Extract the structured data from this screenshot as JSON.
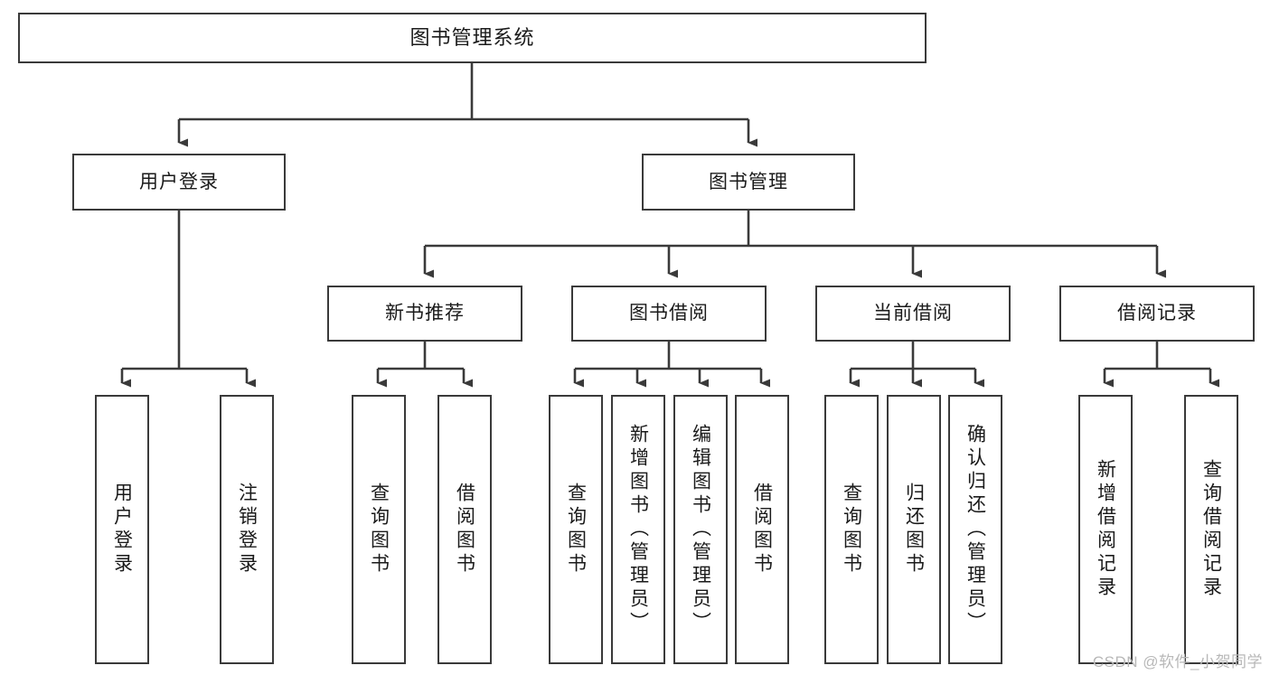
{
  "diagram": {
    "title": "图书管理系统",
    "type": "tree-hierarchy-diagram",
    "root": {
      "label": "图书管理系统"
    },
    "level2": [
      {
        "label": "用户登录"
      },
      {
        "label": "图书管理"
      }
    ],
    "level3": [
      {
        "label": "新书推荐"
      },
      {
        "label": "图书借阅"
      },
      {
        "label": "当前借阅"
      },
      {
        "label": "借阅记录"
      }
    ],
    "leaves": {
      "user_login": [
        {
          "label": "用户登录"
        },
        {
          "label": "注销登录"
        }
      ],
      "new_book_recommend": [
        {
          "label": "查询图书"
        },
        {
          "label": "借阅图书"
        }
      ],
      "book_borrow": [
        {
          "label": "查询图书"
        },
        {
          "label": "新增图书（管理员）"
        },
        {
          "label": "编辑图书（管理员）"
        },
        {
          "label": "借阅图书"
        }
      ],
      "current_borrow": [
        {
          "label": "查询图书"
        },
        {
          "label": "归还图书"
        },
        {
          "label": "确认归还（管理员）"
        }
      ],
      "borrow_record": [
        {
          "label": "新增借阅记录"
        },
        {
          "label": "查询借阅记录"
        }
      ]
    }
  },
  "watermark": {
    "text": "CSDN @软件_小贺同学"
  },
  "colors": {
    "stroke": "#3a3a3a",
    "fill": "#ffffff",
    "text": "#1a1a1a",
    "watermark": "#b8b8b8"
  }
}
